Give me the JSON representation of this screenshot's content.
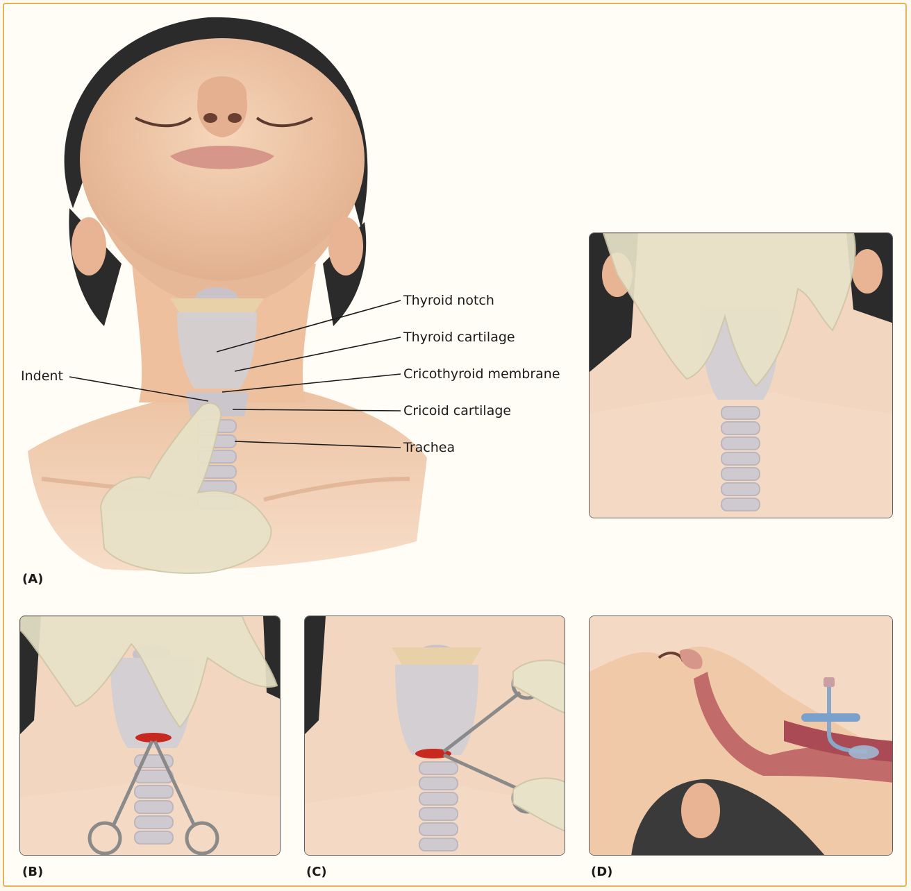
{
  "panels": {
    "a": {
      "label": "(A)"
    },
    "b": {
      "label": "(B)"
    },
    "c": {
      "label": "(C)"
    },
    "d": {
      "label": "(D)"
    }
  },
  "callouts": {
    "thyroid_notch": "Thyroid notch",
    "thyroid_cartilage": "Thyroid cartilage",
    "cricothyroid_membrane": "Cricothyroid membrane",
    "cricoid_cartilage": "Cricoid cartilage",
    "trachea": "Trachea",
    "indent": "Indent"
  },
  "colors": {
    "skin": "#f0c9a8",
    "hair": "#2a2a2a",
    "cartilage": "#d3cfd2",
    "glove": "#e8e2c8",
    "incision": "#c7291f",
    "frame_border": "#e4b25a"
  }
}
